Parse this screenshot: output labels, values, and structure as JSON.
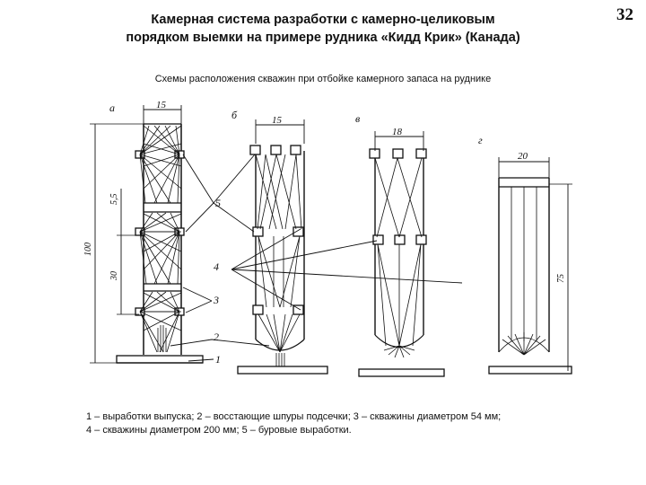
{
  "slide_number": "32",
  "title_line1": "Камерная система разработки с камерно-целиковым",
  "title_line2": "порядком выемки на примере рудника «Кидд Крик» (Канада)",
  "subtitle": "Схемы расположения скважин при отбойке камерного запаса на руднике",
  "diagram_labels": {
    "panel_a": "а",
    "panel_b": "б",
    "panel_v": "в",
    "panel_g": "г",
    "width_a": "15",
    "width_b": "15",
    "width_v": "18",
    "width_g": "20",
    "height_a_total": "100",
    "height_a_upper": "5,5",
    "height_a_mid": "30",
    "height_g": "75",
    "callout_1": "1",
    "callout_2": "2",
    "callout_3": "3",
    "callout_4": "4",
    "callout_5": "5"
  },
  "legend": {
    "line1": "1 – выработки выпуска; 2 – восстающие шпуры подсечки; 3 – скважины диаметром 54 мм;",
    "line2": "4 – скважины диаметром 200 мм; 5 – буровые выработки."
  }
}
